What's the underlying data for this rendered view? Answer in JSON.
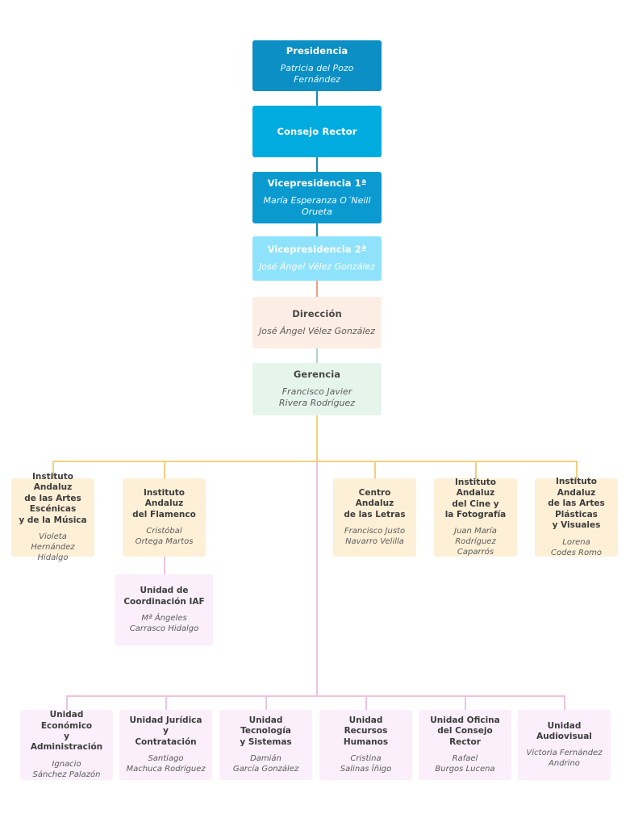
{
  "chart_data": {
    "type": "diagram",
    "title": "Organigrama",
    "orientation": "top-down",
    "levels": 5
  },
  "nodes": {
    "presidencia": {
      "title": "Presidencia",
      "person": "Patricia del Pozo Fernández",
      "color": "#0b8fc4"
    },
    "consejo_rector": {
      "title": "Consejo Rector",
      "person": "",
      "color": "#00acdf"
    },
    "vicepresidencia1": {
      "title": "Vicepresidencia 1ª",
      "person": "María Esperanza O´Neill Orueta",
      "color": "#0b9ad0"
    },
    "vicepresidencia2": {
      "title": "Vicepresidencia 2ª",
      "person": "José Ángel Vélez González",
      "color": "#8fe2fb"
    },
    "direccion": {
      "title": "Dirección",
      "person": "José Ángel Vélez González",
      "color": "#fdeee5"
    },
    "gerencia": {
      "title": "Gerencia",
      "person": "Francisco Javier\nRivera Rodríguez",
      "color": "#e6f5ec"
    },
    "coordinacion_iaf": {
      "title": "Unidad de\nCoordinación IAF",
      "person": "Mª Ángeles\nCarrasco Hidalgo",
      "color": "#faeffa"
    }
  },
  "institutes": [
    {
      "title": "Instituto Andaluz\nde las Artes\nEscénicas\ny de la Música",
      "person": "Violeta\nHernández Hidalgo"
    },
    {
      "title": "Instituto Andaluz\ndel Flamenco",
      "person": "Cristóbal\nOrtega Martos"
    },
    {
      "title": "Centro Andaluz\nde las Letras",
      "person": "Francisco Justo\nNavarro Velilla"
    },
    {
      "title": "Instituto Andaluz\ndel Cine y\nla Fotografía",
      "person": "Juan María\nRodríguez Caparrós"
    },
    {
      "title": "Instituto Andaluz\nde las Artes\nPlásticas\ny Visuales",
      "person": "Lorena\nCodes Romo"
    }
  ],
  "units": [
    {
      "title": "Unidad Económico\ny Administración",
      "person": "Ignacio\nSánchez Palazón"
    },
    {
      "title": "Unidad Jurídica y\nContratación",
      "person": "Santiago\nMachuca Rodríguez"
    },
    {
      "title": "Unidad Tecnología\ny Sistemas",
      "person": "Damián\nGarcía González"
    },
    {
      "title": "Unidad Recursos\nHumanos",
      "person": "Cristina\nSalinas Íñigo"
    },
    {
      "title": "Unidad Oficina\ndel Consejo Rector",
      "person": "Rafael\nBurgos Lucena"
    },
    {
      "title": "Unidad\nAudiovisual",
      "person": "Victoria Fernández\nAndrino"
    }
  ],
  "palette": {
    "blue_dark": "#0b8fc4",
    "blue_bright": "#00acdf",
    "blue_light": "#8fe2fb",
    "peach": "#fdeee5",
    "mint": "#e6f5ec",
    "cream": "#fdf0d6",
    "lavender": "#faeffa",
    "line_gold": "#f2cf7e",
    "line_pink": "#edc3e0",
    "line_blue": "#1b88b8",
    "line_orange": "#f0a07a",
    "line_green": "#a8d8c6"
  }
}
